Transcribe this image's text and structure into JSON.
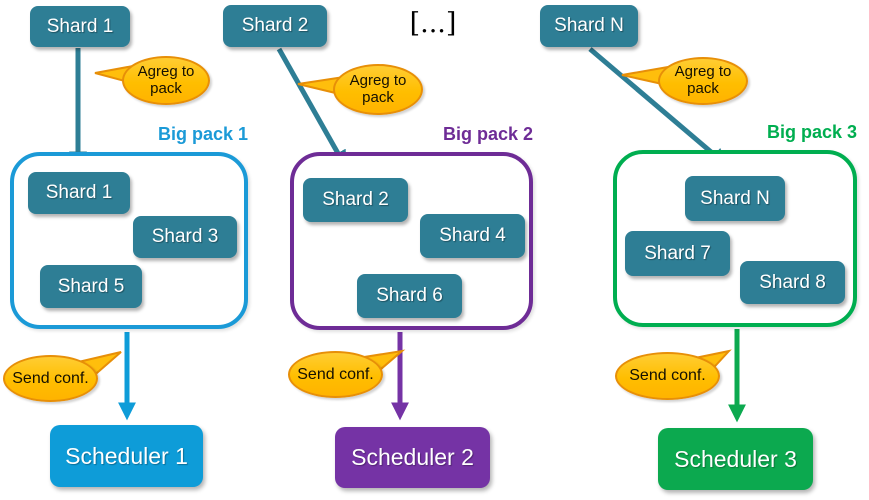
{
  "ellipsis": "[...]",
  "colors": {
    "shard_teal": "#2E7E95",
    "bubble_fill": "#FFC000",
    "bubble_border": "#E78F08",
    "pack1_blue": "#1B9AD7",
    "pack2_purple": "#6E2C96",
    "pack3_green": "#00AE50",
    "scheduler1_blue": "#0E9CD8",
    "scheduler2_purple": "#7533A5",
    "scheduler3_green": "#0CA94F"
  },
  "columns": [
    {
      "top_shard": "Shard 1",
      "agreg_bubble": "Agreg to pack",
      "pack_label": "Big pack 1",
      "pack_shards": [
        "Shard 1",
        "Shard 3",
        "Shard 5"
      ],
      "send_bubble": "Send conf.",
      "scheduler": "Scheduler 1",
      "accent_color": "#0E9CD8"
    },
    {
      "top_shard": "Shard 2",
      "agreg_bubble": "Agreg to pack",
      "pack_label": "Big pack 2",
      "pack_shards": [
        "Shard 2",
        "Shard 4",
        "Shard 6"
      ],
      "send_bubble": "Send conf.",
      "scheduler": "Scheduler 2",
      "accent_color": "#7533A5"
    },
    {
      "top_shard": "Shard N",
      "agreg_bubble": "Agreg to pack",
      "pack_label": "Big pack 3",
      "pack_shards": [
        "Shard N",
        "Shard 7",
        "Shard 8"
      ],
      "send_bubble": "Send conf.",
      "scheduler": "Scheduler 3",
      "accent_color": "#0CA94F"
    }
  ]
}
